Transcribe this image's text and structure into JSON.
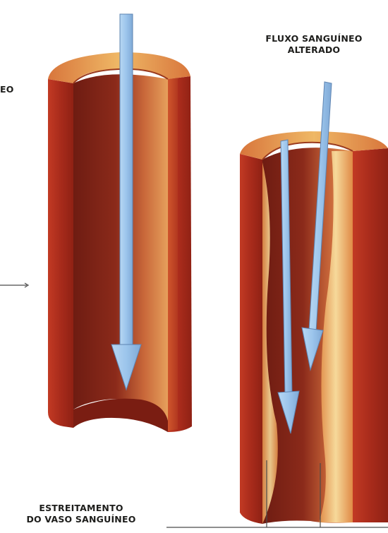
{
  "labels": {
    "left_cut": "EO",
    "altered_flow": [
      "FLUXO SANGUÍNEO",
      "ALTERADO"
    ],
    "narrowing": [
      "ESTREITAMENTO",
      "DO VASO SANGUÍNEO"
    ]
  },
  "colors": {
    "vessel_outer": "#b5311f",
    "vessel_inner": "#7e2116",
    "vessel_light": "#e79a52",
    "plaque": "#f2cf8a",
    "arrow_fill": "#9cc5ec",
    "arrow_stroke": "#5e84b2",
    "leader_line": "#4a4a4a"
  }
}
